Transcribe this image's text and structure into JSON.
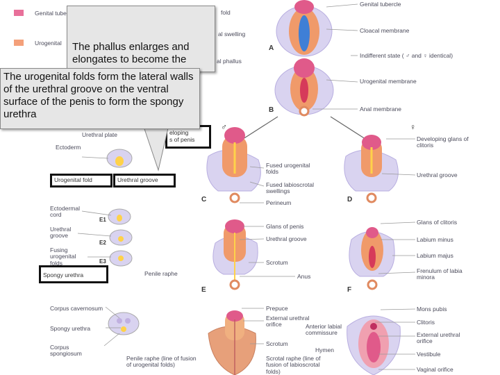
{
  "legend": [
    {
      "label": "Genital tubercle",
      "color": "#e8709a"
    },
    {
      "label": "Urogenital",
      "color": "#f4a07a"
    }
  ],
  "callouts": {
    "back": "The phallus enlarges and elongates to become the",
    "front": "The urogenital folds form the lateral walls of the urethral groove on the ventral surface of the penis to form the spongy urethra"
  },
  "top_labels": {
    "fold": "fold",
    "swelling": "al swelling",
    "phallus": "al phallus",
    "genital_tubercle": "Genital tubercle",
    "cloacal_membrane": "Cloacal membrane",
    "indifferent_state": "Indifferent state ( ♂ and ♀ identical)",
    "urogenital_membrane": "Urogenital membrane",
    "anal_membrane": "Anal membrane"
  },
  "letters": {
    "a": "A",
    "b": "B",
    "c": "C",
    "d": "D",
    "e": "E",
    "f": "F",
    "e1": "E1",
    "e2": "E2",
    "e3": "E3",
    "male": "♂",
    "female": "♀"
  },
  "left_labels": {
    "urethral_plate": "Urethral plate",
    "ectoderm": "Ectoderm",
    "developing_glans": "eloping",
    "of_penis": "s of penis",
    "urogenital_fold": "Urogenital fold",
    "urethral_groove_box": "Urethral groove",
    "ectodermal_cord": "Ectodermal cord",
    "urethral_groove": "Urethral groove",
    "fusing_folds": "Fusing urogenital folds",
    "spongy_urethra_box": "Spongy urethra",
    "penile_raphe": "Penile raphe",
    "corpus_cavernosum": "Corpus cavernosum",
    "spongy_urethra": "Spongy urethra",
    "corpus_spongiosum": "Corpus spongiosum",
    "penile_raphe_line": "Penile raphe (line of fusion of urogenital folds)"
  },
  "male_labels": {
    "fused_urogenital_folds": "Fused urogenital folds",
    "fused_labioscrotal": "Fused labioscrotal swellings",
    "perineum": "Perineum",
    "glans_of_penis": "Glans of penis",
    "urethral_groove": "Urethral groove",
    "scrotum": "Scrotum",
    "anus": "Anus",
    "prepuce": "Prepuce",
    "external_urethral_orifice": "External urethral orifice",
    "anterior_labial": "Anterior labial commissure",
    "scrotum2": "Scrotum",
    "hymen": "Hymen",
    "scrotal_raphe": "Scrotal raphe (line of fusion of labioscrotal folds)"
  },
  "female_labels": {
    "developing_glans_clitoris": "Developing glans of clitoris",
    "urethral_groove": "Urethral groove",
    "glans_of_clitoris": "Glans of clitoris",
    "labium_minus": "Labium minus",
    "labium_majus": "Labium majus",
    "frenulum": "Frenulum of labia minora",
    "mons_pubis": "Mons pubis",
    "clitoris": "Clitoris",
    "external_urethral_orifice": "External urethral orifice",
    "vestibule": "Vestibule",
    "vaginal_orifice": "Vaginal orifice"
  }
}
